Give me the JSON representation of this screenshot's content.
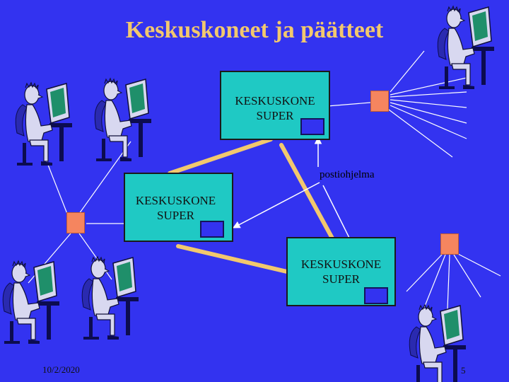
{
  "title": "Keskuskoneet ja päätteet",
  "mainframes": [
    {
      "line1": "KESKUSKONE",
      "line2": "SUPER"
    },
    {
      "line1": "KESKUSKONE",
      "line2": "SUPER"
    },
    {
      "line1": "KESKUSKONE",
      "line2": "SUPER"
    }
  ],
  "mail_label": "postiohjelma",
  "footer": {
    "date": "10/2/2020",
    "page": "5"
  },
  "colors": {
    "background": "#3333f0",
    "title": "#f2c86e",
    "mainframe": "#1fc9c4",
    "hub": "#f5855f",
    "link": "#f2c86e",
    "wire": "#ffffff"
  },
  "icons": [
    "terminal-user-icon",
    "hub-icon"
  ]
}
